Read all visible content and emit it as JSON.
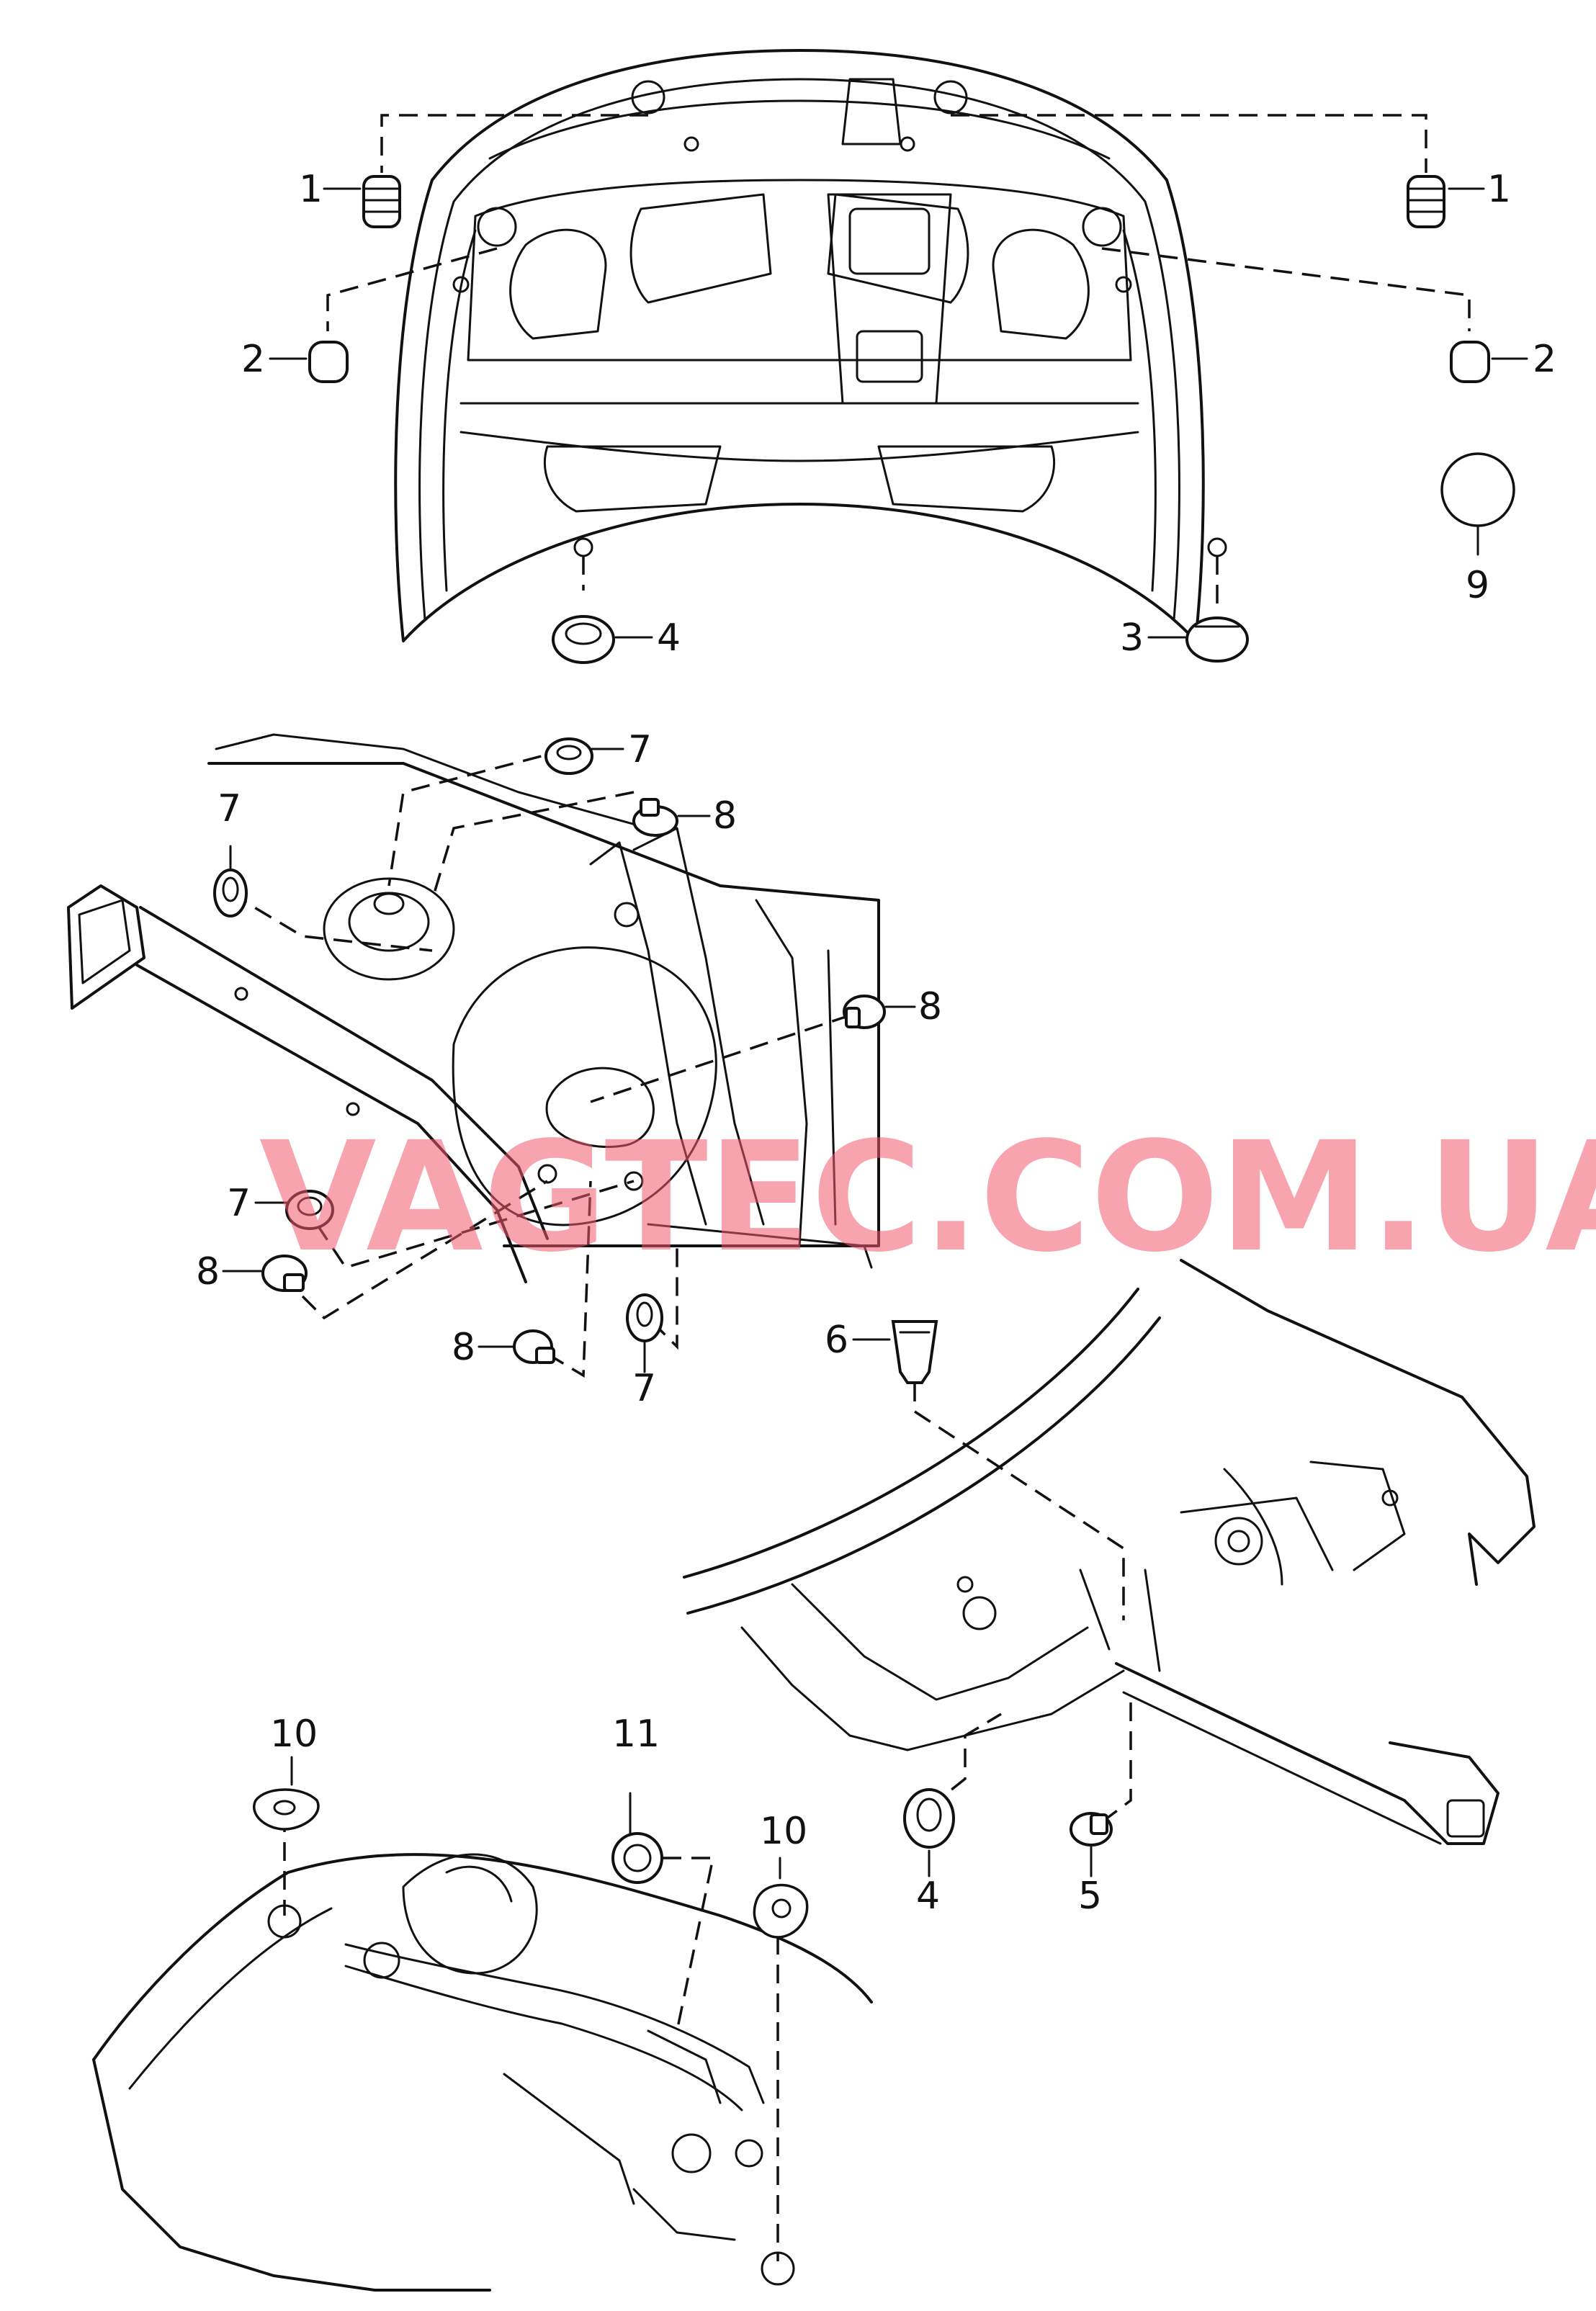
{
  "watermark": "VAGTEC.COM.UA",
  "callouts": [
    {
      "id": "c1-left",
      "text": "1"
    },
    {
      "id": "c1-right",
      "text": "1"
    },
    {
      "id": "c2-left",
      "text": "2"
    },
    {
      "id": "c2-right",
      "text": "2"
    },
    {
      "id": "c3",
      "text": "3"
    },
    {
      "id": "c4-hood",
      "text": "4"
    },
    {
      "id": "c9",
      "text": "9"
    },
    {
      "id": "c7-a",
      "text": "7"
    },
    {
      "id": "c8-a",
      "text": "8"
    },
    {
      "id": "c7-b",
      "text": "7"
    },
    {
      "id": "c8-b",
      "text": "8"
    },
    {
      "id": "c7-c",
      "text": "7"
    },
    {
      "id": "c8-c",
      "text": "8"
    },
    {
      "id": "c8-d",
      "text": "8"
    },
    {
      "id": "c7-d",
      "text": "7"
    },
    {
      "id": "c6",
      "text": "6"
    },
    {
      "id": "c4-frame",
      "text": "4"
    },
    {
      "id": "c5",
      "text": "5"
    },
    {
      "id": "c10-a",
      "text": "10"
    },
    {
      "id": "c11",
      "text": "11"
    },
    {
      "id": "c10-b",
      "text": "10"
    }
  ]
}
